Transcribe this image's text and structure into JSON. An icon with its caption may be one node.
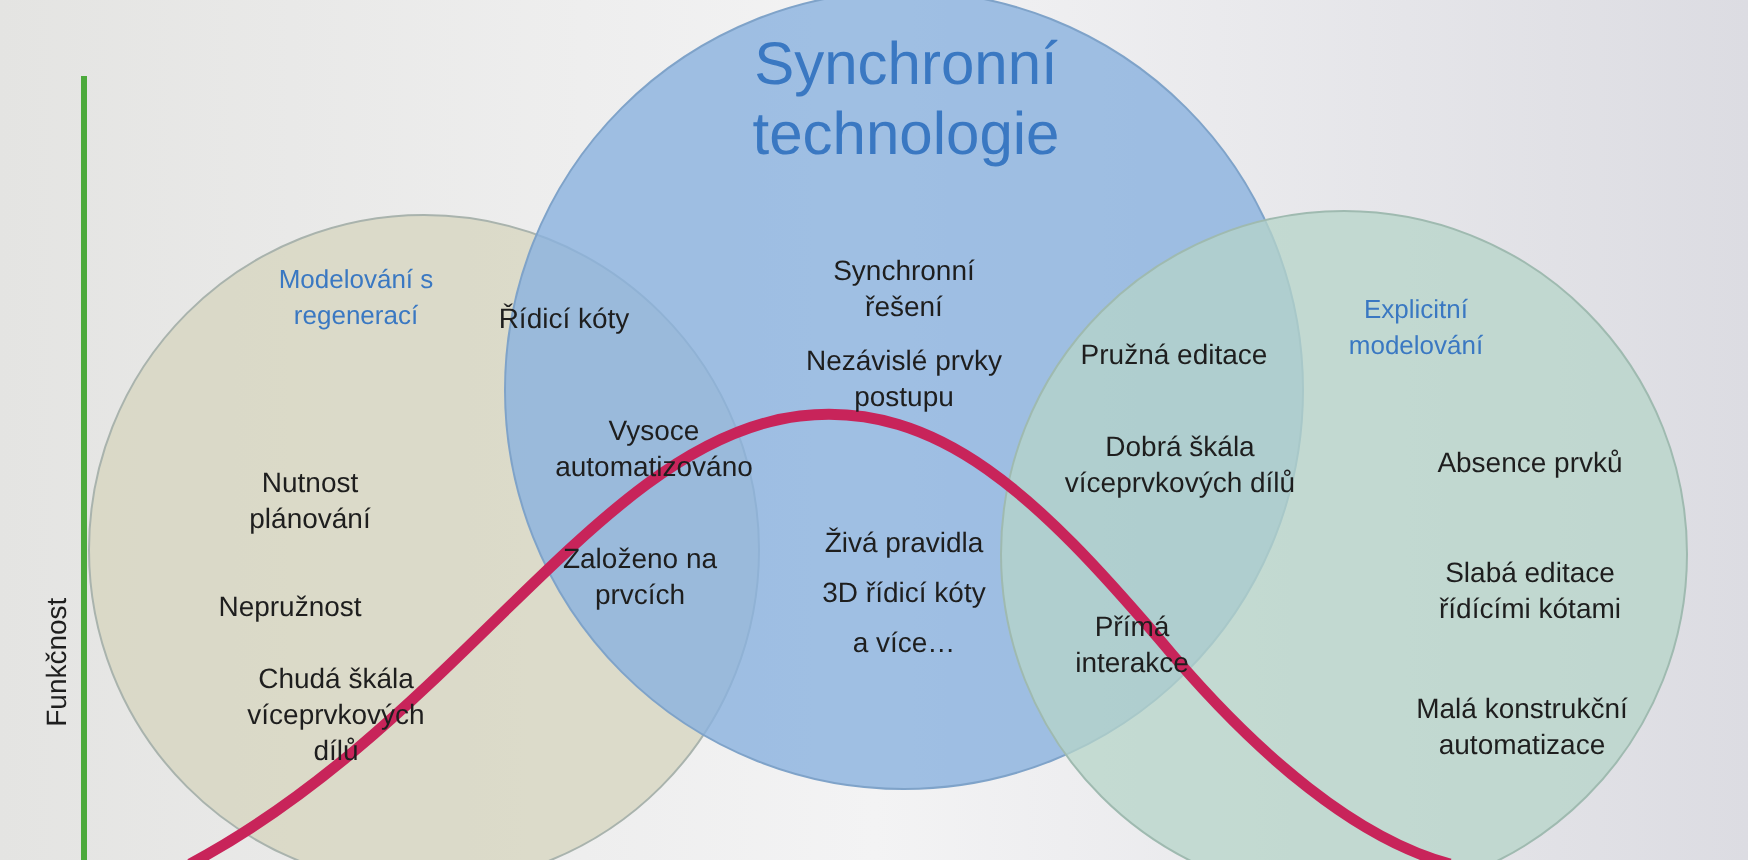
{
  "diagram": {
    "nodes": [
      {
        "text": [
          "Modelování s regenerací"
        ]
      },
      {
        "text": [
          "Synchronní technologie"
        ]
      },
      {
        "text": [
          "Explicitní modelování"
        ]
      }
    ],
    "labels": [
      "Nutnost plánování",
      "Nepružnost",
      "Chudá škála víceprvkových dílů",
      "Řídicí kóty",
      "Vysoce automatizováno",
      "Založeno na prvcích",
      "Synchronní řešení",
      "Nezávislé prvky postupu",
      "Živá pravidla",
      "3D řídicí kóty",
      "a více…",
      "Pružná editace",
      "Dobrá škála víceprvkových dílů",
      "Přímá interakce",
      "Absence prvků",
      "Slabá editace řídícími kótami",
      "Malá konstrukční automatizace",
      "Funkčnost"
    ]
  }
}
